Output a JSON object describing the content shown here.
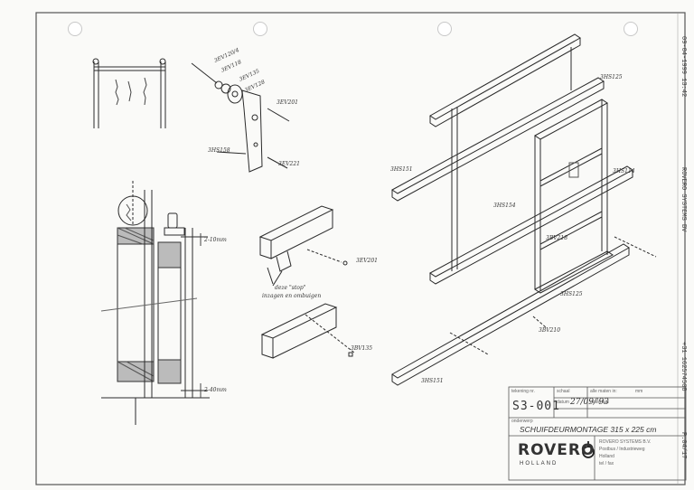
{
  "fax_header": {
    "date_time": "09-04-1999  13:42",
    "company": "ROVERO SYSTEMS BV",
    "phone": "+31 162574508",
    "page": "P.04/17"
  },
  "part_labels": {
    "top_bolt_1": "3EV120/4",
    "top_bolt_2": "3EV118",
    "top_bolt_3": "3EV135",
    "top_bolt_4": "3EV128",
    "top_bolt_5": "3EV201",
    "hanger_side": "3HS158",
    "hanger_bottom": "3EV221",
    "profile_bolt": "3EV201",
    "stop_note_1": "deze \"stop\"",
    "stop_note_2": "inzagen en ombuigen",
    "rail_bolt": "3BV135",
    "dim_top": "2-10mm",
    "dim_bottom": "2-40mm",
    "iso_top_rail": "3HS125",
    "iso_left_rail": "3HS151",
    "iso_right_post": "3HS114",
    "iso_door_frame": "3HS154",
    "iso_wheel": "3BV218",
    "iso_bottom_rail": "3HS125",
    "iso_bottom_bolt": "3BV210",
    "iso_floor_rail": "3HS151"
  },
  "title_block": {
    "drawing_no_label": "tekening nr.",
    "drawing_no": "S3-001",
    "scale_label": "schaal",
    "date_label": "datum",
    "date": "27/09/'93",
    "dims_label": "alle maten in:",
    "dims_unit": "mm",
    "material_label": "materiaal",
    "subject_label": "onderwerp",
    "subject": "SCHUIFDEURMONTAGE  315 x 225 cm",
    "brand": "ROVERO",
    "brand_sub": "HOLLAND",
    "company_text": [
      "ROVERO SYSTEMS B.V.",
      "Postbus / Industrieweg",
      "Holland",
      "tel / fax"
    ]
  }
}
